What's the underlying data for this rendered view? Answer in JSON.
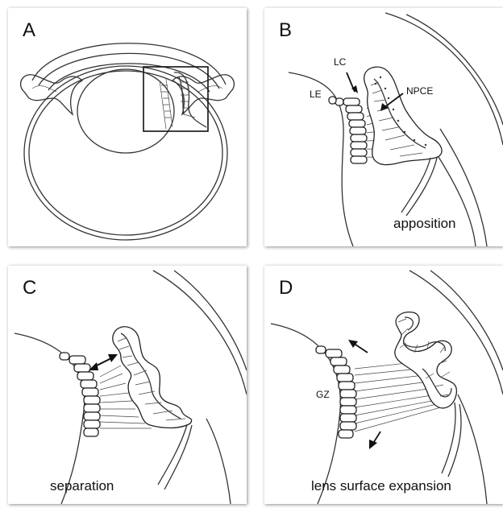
{
  "panels": {
    "a": {
      "letter": "A"
    },
    "b": {
      "letter": "B",
      "lc": "LC",
      "le": "LE",
      "npce": "NPCE",
      "caption": "apposition"
    },
    "c": {
      "letter": "C",
      "caption": "separation"
    },
    "d": {
      "letter": "D",
      "gz": "GZ",
      "caption": "lens surface expansion"
    }
  }
}
